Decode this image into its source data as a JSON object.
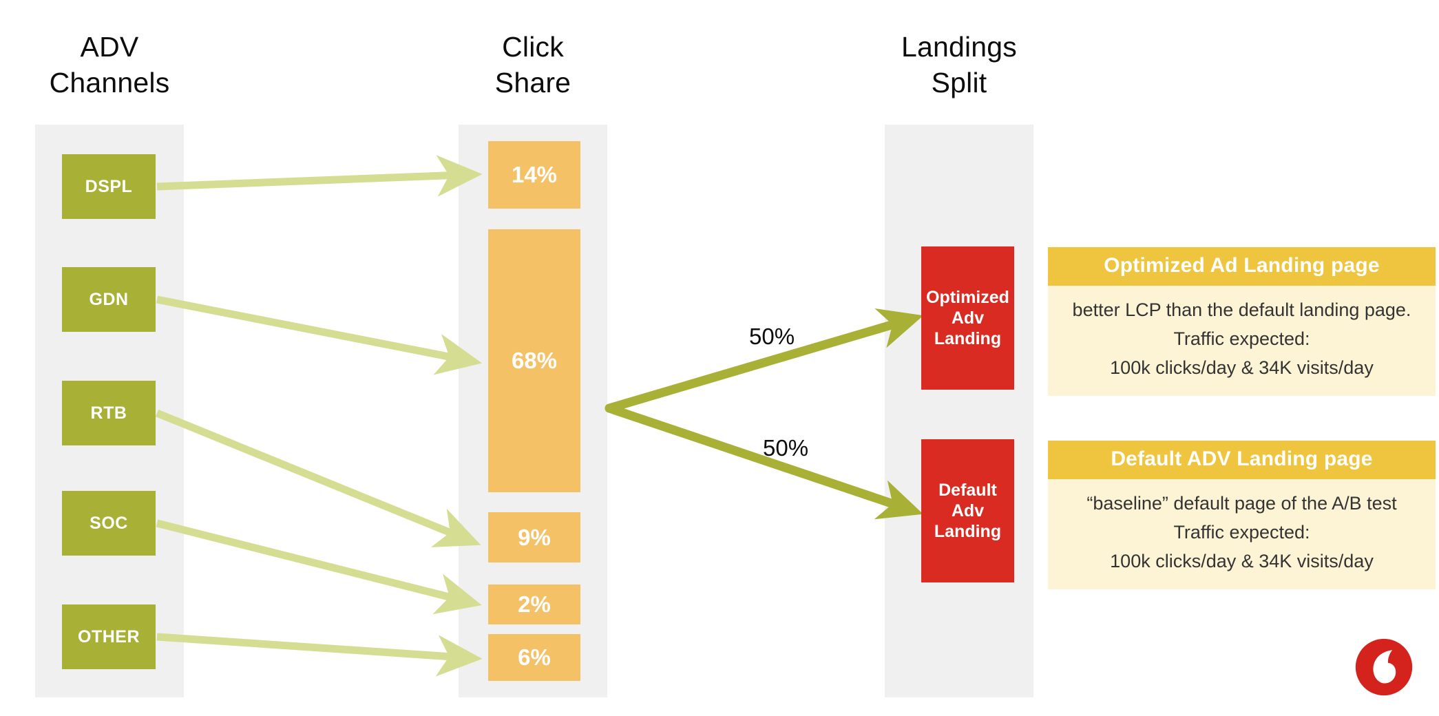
{
  "columns": [
    {
      "id": "adv-channels",
      "title": "ADV\nChannels"
    },
    {
      "id": "click-share",
      "title": "Click\nShare"
    },
    {
      "id": "landings-split",
      "title": "Landings\nSplit"
    }
  ],
  "channels": [
    {
      "label": "DSPL"
    },
    {
      "label": "GDN"
    },
    {
      "label": "RTB"
    },
    {
      "label": "SOC"
    },
    {
      "label": "OTHER"
    }
  ],
  "click_share": [
    {
      "label": "14%"
    },
    {
      "label": "68%"
    },
    {
      "label": "9%"
    },
    {
      "label": "2%"
    },
    {
      "label": "6%"
    }
  ],
  "landings": [
    {
      "label": "Optimized\nAdv\nLanding"
    },
    {
      "label": "Default\nAdv\nLanding"
    }
  ],
  "split_labels": [
    {
      "label": "50%"
    },
    {
      "label": "50%"
    }
  ],
  "info_cards": [
    {
      "title": "Optimized Ad Landing page",
      "body": "better LCP than the default landing page.\nTraffic expected:\n100k clicks/day  & 34K visits/day"
    },
    {
      "title": "Default ADV Landing page",
      "body": "“baseline” default page of the A/B test\nTraffic expected:\n100k clicks/day  & 34K visits/day"
    }
  ],
  "logo": {
    "name": "vodafone-logo"
  },
  "colors": {
    "channel_green": "#a8b036",
    "bar_orange": "#f5c166",
    "landing_red": "#d92b21",
    "card_header_gold": "#efc43e",
    "card_body_cream": "#fcf4d5",
    "column_band_grey": "#f0f0f0",
    "arrow_light_green": "#d5dd92",
    "arrow_dark_green": "#a8b036",
    "logo_red": "#d4231d"
  },
  "chart_data": {
    "type": "diagram",
    "title": "ADV Channels → Click Share → Landings Split",
    "stages": [
      "ADV Channels",
      "Click Share",
      "Landings Split"
    ],
    "categories": [
      "DSPL",
      "GDN",
      "RTB",
      "SOC",
      "OTHER"
    ],
    "values": [
      14,
      68,
      9,
      2,
      6
    ],
    "unit": "%",
    "flows": [
      {
        "from": "DSPL",
        "to": "14%",
        "value": 14
      },
      {
        "from": "GDN",
        "to": "68%",
        "value": 68
      },
      {
        "from": "RTB",
        "to": "9%",
        "value": 9
      },
      {
        "from": "SOC",
        "to": "2%",
        "value": 2
      },
      {
        "from": "OTHER",
        "to": "6%",
        "value": 6
      },
      {
        "from": "Click Share",
        "to": "Optimized Adv Landing",
        "value": 50
      },
      {
        "from": "Click Share",
        "to": "Default Adv Landing",
        "value": 50
      }
    ]
  }
}
